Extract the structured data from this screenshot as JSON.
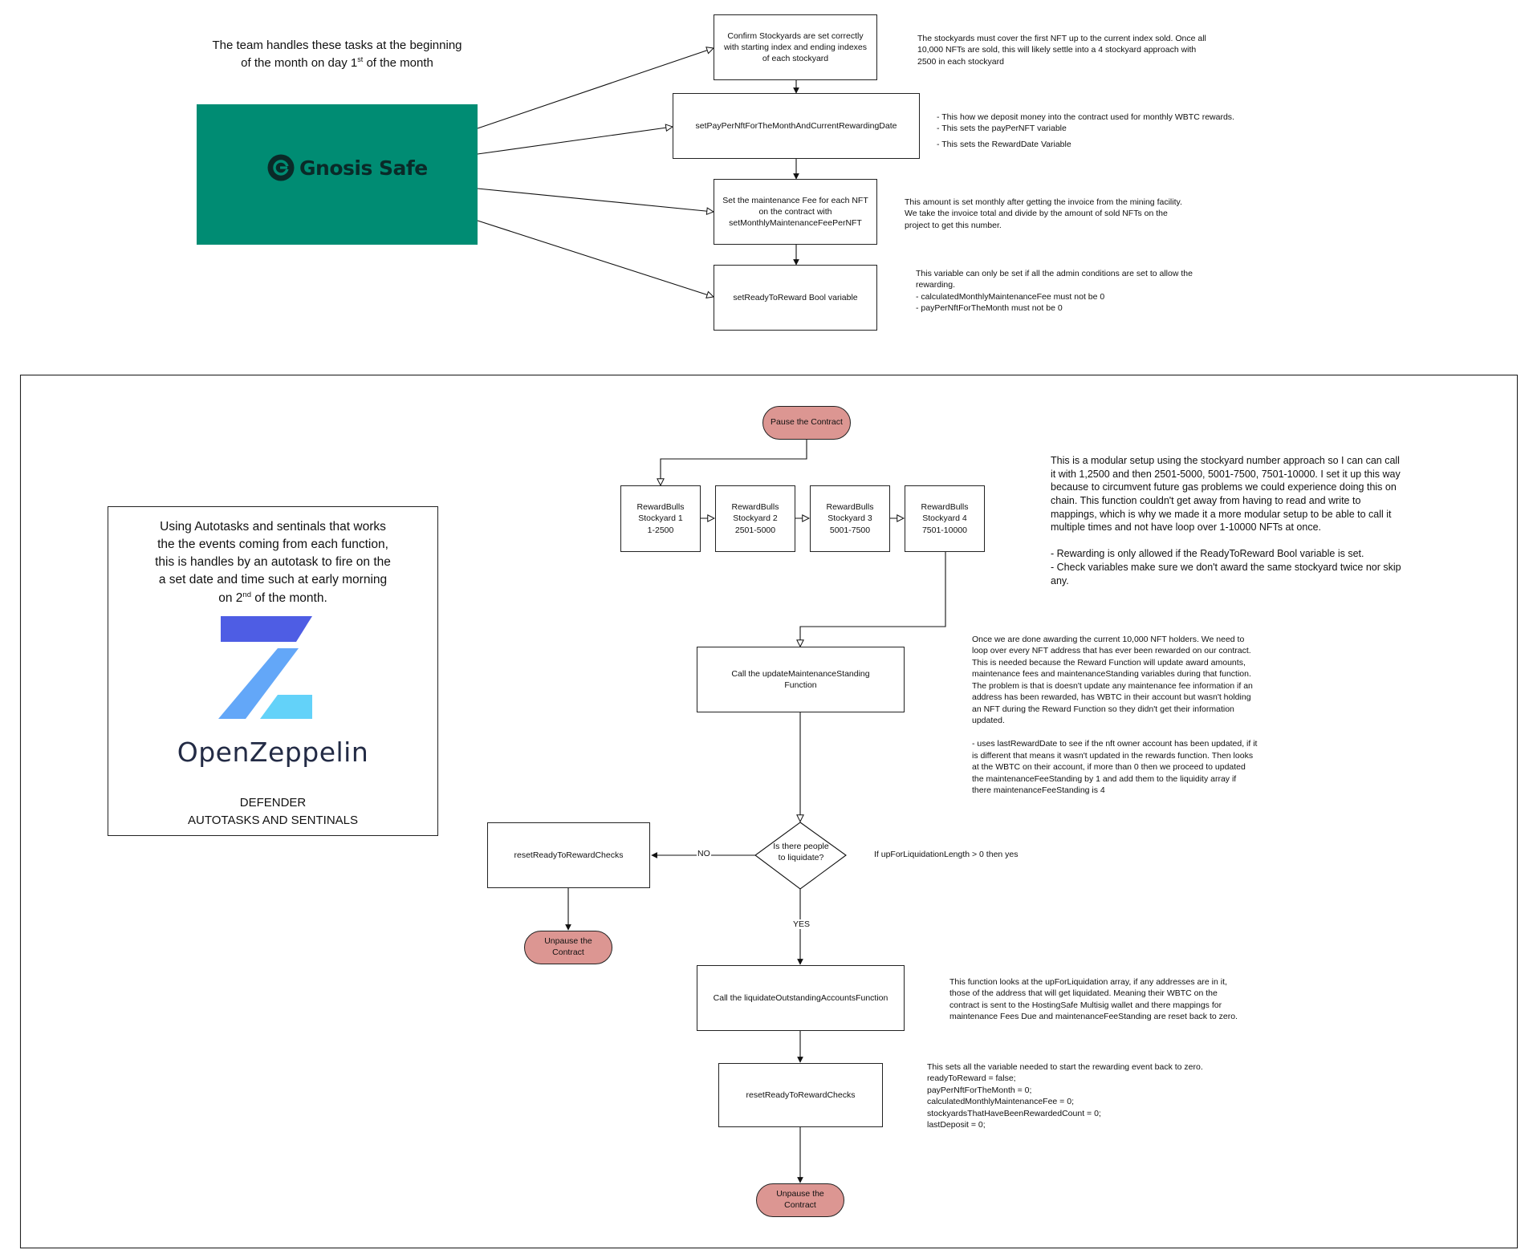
{
  "intro": {
    "text_before": "The team handles these tasks at the beginning",
    "text_line2_before": "of the month on day 1",
    "superscript": "st",
    "text_line2_after": " of the month"
  },
  "gnosis": {
    "name": "Gnosis Safe",
    "bg_color": "#008c73"
  },
  "admin_steps": [
    {
      "label": "Confirm Stockyards are set correctly\nwith starting index and ending indexes\nof each stockyard"
    },
    {
      "label": "setPayPerNftForTheMonthAndCurrentRewardingDate"
    },
    {
      "label": "Set the maintenance Fee for each NFT\non the contract with\nsetMonthlyMaintenanceFeePerNFT"
    },
    {
      "label": "setReadyToReward Bool variable"
    }
  ],
  "admin_notes": [
    "The stockyards must cover the first NFT up to the current index sold. Once all\n10,000 NFTs are sold, this will likely settle into a 4 stockyard approach with\n2500 in each stockyard",
    "- This how we deposit money into the contract used for monthly WBTC rewards.\n- This sets the payPerNFT variable",
    "- This sets the RewardDate Variable",
    "This amount is set monthly after getting the invoice from the mining facility.\nWe take the invoice total and divide by the amount of sold NFTs on the\nproject to get this number.",
    "This variable can only be set if all the admin conditions are set to allow the\nrewarding.\n- calculatedMonthlyMaintenanceFee must not be 0\n- payPerNftForTheMonth must not be 0"
  ],
  "defender": {
    "desc_line1": "Using Autotasks and sentinals that works",
    "desc_line2": "the the events coming from each function,",
    "desc_line3": "this is handles by an autotask to fire on the",
    "desc_line4": "a set date and time such at early morning",
    "desc_line5_before": "on 2",
    "desc_line5_sup": "nd",
    "desc_line5_after": "  of the month.",
    "brand": "OpenZeppelin",
    "subtitle": "DEFENDER\nAUTOTASKS AND SENTINALS"
  },
  "flow": {
    "pause": "Pause the Contract",
    "stockyards": [
      "RewardBulls\nStockyard 1\n1-2500",
      "RewardBulls\nStockyard 2\n2501-5000",
      "RewardBulls\nStockyard 3\n5001-7500",
      "RewardBulls\nStockyard 4\n7501-10000"
    ],
    "update_maintenance": "Call the updateMaintenanceStanding\nFunction",
    "decision": "Is there people\nto liquidate?",
    "decision_condition": "If upForLiquidationLength > 0 then yes",
    "no_label": "NO",
    "yes_label": "YES",
    "reset_left": "resetReadyToRewardChecks",
    "unpause_left": "Unpause the\nContract",
    "liquidate": "Call the liquidateOutstandingAccountsFunction",
    "reset_bottom": "resetReadyToRewardChecks",
    "unpause_bottom": "Unpause the\nContract"
  },
  "flow_notes": {
    "modular": "This is a modular setup using the stockyard number approach so I can can call\nit with 1,2500 and then 2501-5000, 5001-7500, 7501-10000. I set it up this way\nbecause to circumvent future gas problems we could experience doing this on\nchain. This function couldn't get away from having to read and write to\nmappings, which is why we made it a more modular setup to be able to call it\nmultiple times and not have loop over 1-10000 NFTs at once.\n\n- Rewarding is only allowed if the ReadyToReward Bool variable is set.\n- Check variables make sure we don't award the same stockyard twice nor skip\nany.",
    "maintenance": "Once we are done awarding the current 10,000 NFT holders. We need to\nloop over every NFT address that has ever been rewarded on our contract.\nThis is needed because the Reward Function will update award amounts,\nmaintenance fees and maintenanceStanding variables during that function.\nThe problem is that is doesn't update any maintenance fee information if an\naddress has been rewarded, has WBTC in their account but wasn't holding\nan NFT during the Reward Function so they didn't get their information\nupdated.\n\n- uses lastRewardDate to see if the nft owner account has been updated, if it\nis different that means it wasn't updated in the rewards function. Then looks\nat the WBTC on their account, if more than 0 then we proceed to updated\nthe maintenanceFeeStanding by 1 and add them to the liquidity array if\nthere maintenanceFeeStanding is 4",
    "liquidate": "This function looks at the upForLiquidation array, if any addresses are in it,\nthose of the address that will get liquidated. Meaning their WBTC on the\ncontract is sent to the HostingSafe Multisig wallet and there mappings for\nmaintenance Fees Due and maintenanceFeeStanding are reset back to zero.",
    "reset": "This sets all the variable needed to start the rewarding event back to zero.\nreadyToReward = false;\npayPerNftForTheMonth = 0;\ncalculatedMonthlyMaintenanceFee = 0;\nstockyardsThatHaveBeenRewardedCount = 0;\nlastDeposit = 0;"
  },
  "colors": {
    "terminal_fill": "#dc9692",
    "oz_dark": "#4e5de4",
    "oz_mid": "#63a7f8",
    "oz_light": "#63d2f9"
  }
}
